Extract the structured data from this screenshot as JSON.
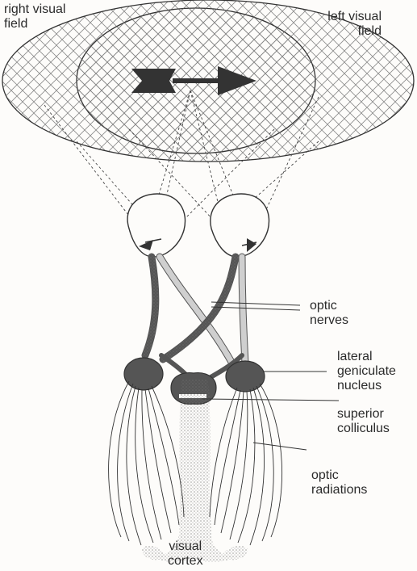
{
  "labels": {
    "right_visual_field": "right visual\nfield",
    "left_visual_field": "left visual\nfield",
    "optic_nerves": "optic\nnerves",
    "lateral_geniculate_nucleus": "lateral\ngeniculate\nnucleus",
    "superior_colliculus": "superior\ncolliculus",
    "optic_radiations": "optic\nradiations",
    "visual_cortex": "visual\ncortex"
  },
  "colors": {
    "ink": "#333333",
    "hatch": "#8a8a8a",
    "fiber_fill": "#cfcfcf",
    "nucleus_fill": "#555555",
    "background": "#fdfcfa"
  }
}
